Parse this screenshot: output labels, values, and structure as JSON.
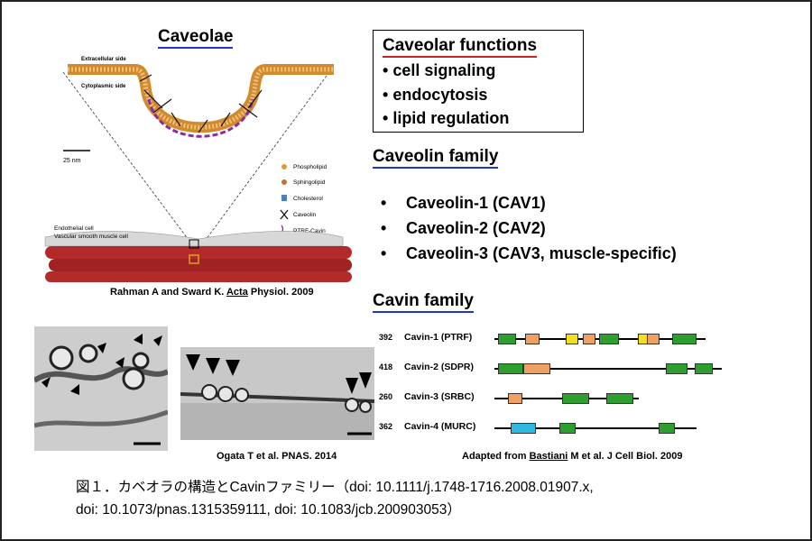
{
  "diagram": {
    "title": "Caveolae",
    "side_top": "Extracellular side",
    "side_bottom": "Cytoplasmic side",
    "scale": "25 nm",
    "legend": [
      "Phospholipid",
      "Sphingolipid",
      "Cholesterol",
      "Caveolin",
      "PTRF-Cavin"
    ],
    "cell_labels": [
      "Endothelial cell",
      "Vascular smooth muscle cell"
    ],
    "citation_before": "Rahman A and Sward K. ",
    "citation_underlined": "Acta",
    "citation_after": " Physiol. 2009"
  },
  "functions": {
    "title": "Caveolar functions",
    "items": [
      "cell signaling",
      "endocytosis",
      "lipid regulation"
    ]
  },
  "caveolin": {
    "title": "Caveolin family",
    "items": [
      "Caveolin-1 (CAV1)",
      "Caveolin-2 (CAV2)",
      "Caveolin-3 (CAV3, muscle-specific)"
    ]
  },
  "cavin": {
    "title": "Cavin family",
    "rows": [
      {
        "len": "392",
        "name": "Cavin-1 (PTRF)"
      },
      {
        "len": "418",
        "name": "Cavin-2 (SDPR)"
      },
      {
        "len": "260",
        "name": "Cavin-3 (SRBC)"
      },
      {
        "len": "362",
        "name": "Cavin-4 (MURC)"
      }
    ],
    "citation_before": "Adapted from ",
    "citation_underlined": "Bastiani",
    "citation_after": " M et al. J Cell Biol. 2009"
  },
  "em": {
    "citation": "Ogata T et al. PNAS. 2014"
  },
  "caption": {
    "line1": "図１．カベオラの構造とCavinファミリー（doi: 10.1111/j.1748-1716.2008.01907.x,",
    "line2": "doi: 10.1073/pnas.1315359111, doi: 10.1083/jcb.200903053）"
  },
  "colors": {
    "pest": "#2e9e2e",
    "lr": "#f0a060",
    "nls": "#f2e020",
    "coiled": "#30b8e0",
    "underline_blue": "#2233cc",
    "underline_red": "#cc2222"
  }
}
